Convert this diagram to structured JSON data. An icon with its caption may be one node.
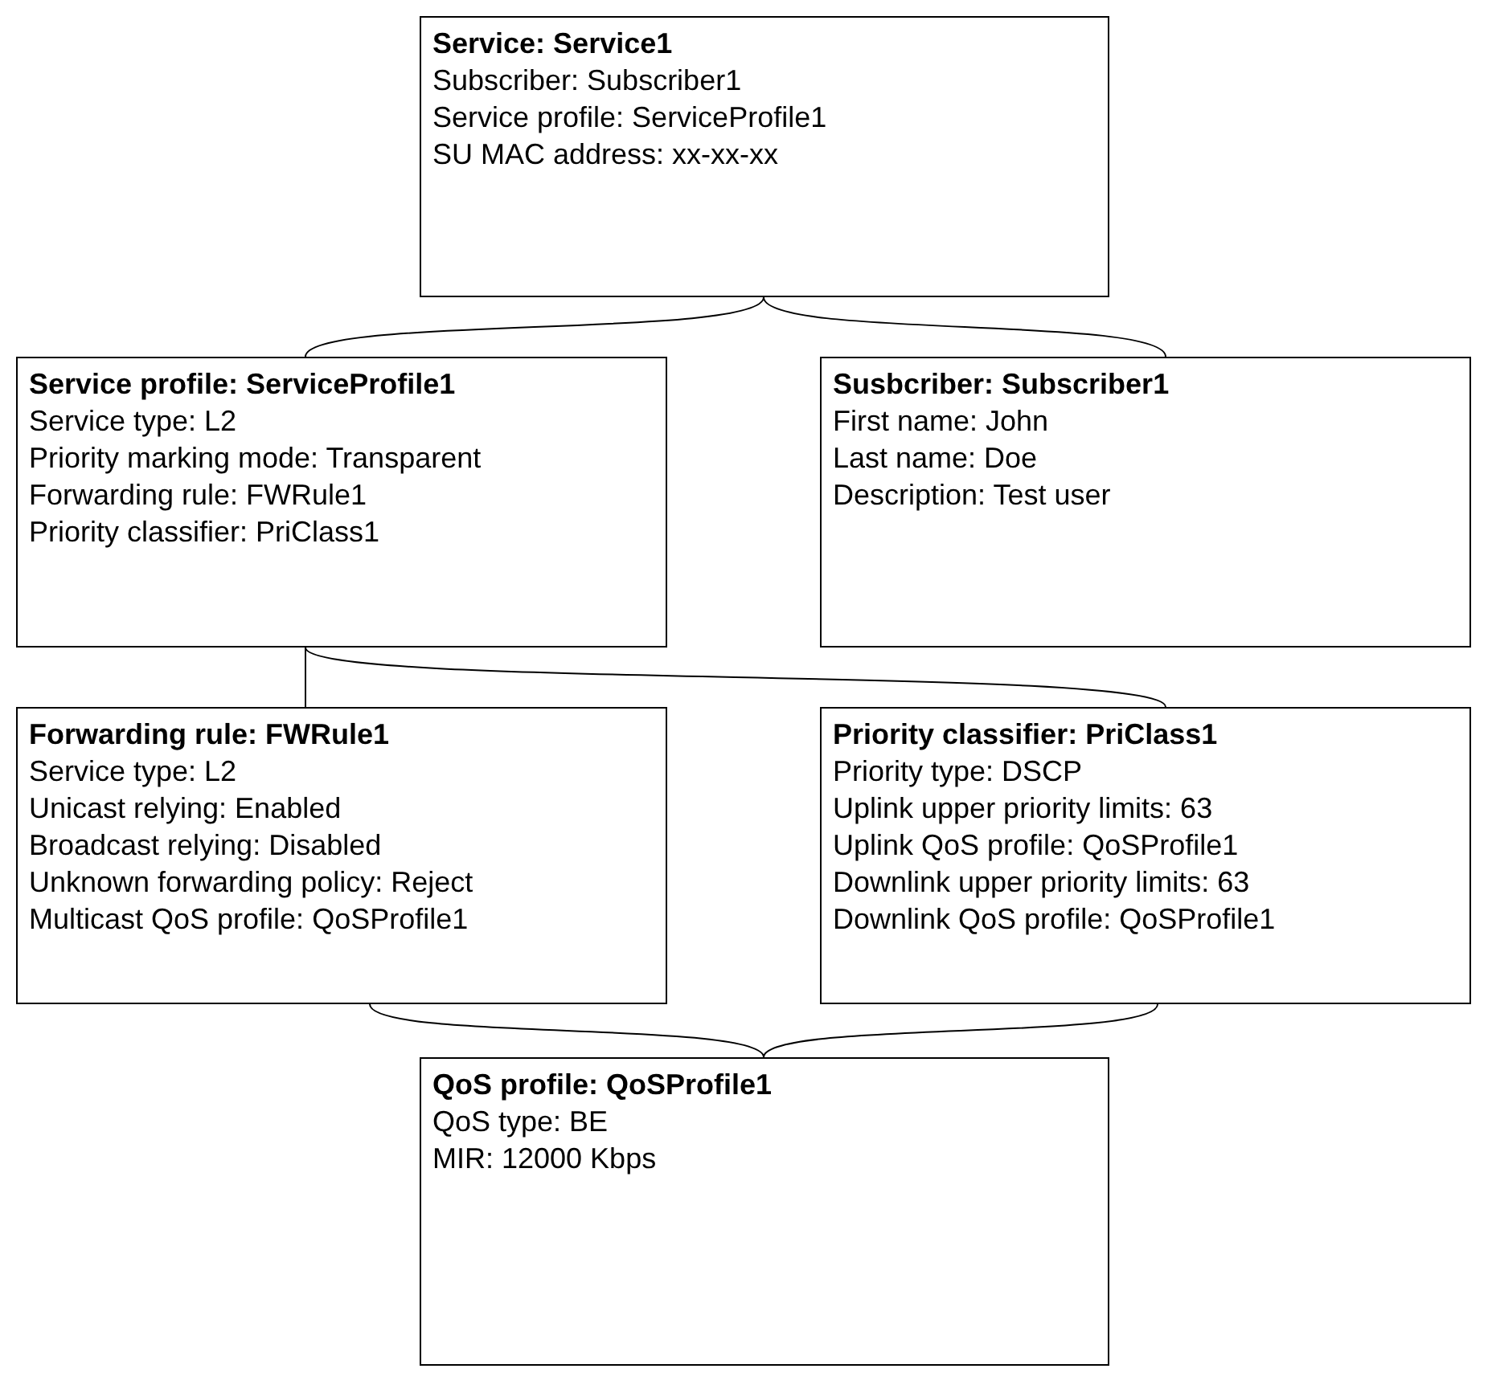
{
  "diagram": {
    "nodes": [
      {
        "text": [
          "Service: Service1",
          "Subscriber: Subscriber1",
          "Service profile: ServiceProfile1",
          "SU MAC address: xx-xx-xx"
        ]
      },
      {
        "text": [
          "Service profile: ServiceProfile1",
          "Service type: L2",
          "Priority marking mode: Transparent",
          "Forwarding rule: FWRule1",
          "Priority classifier: PriClass1"
        ]
      },
      {
        "text": [
          "Susbcriber: Subscriber1",
          "First name: John",
          "Last name: Doe",
          "Description: Test user"
        ]
      },
      {
        "text": [
          "Forwarding rule: FWRule1",
          "Service type: L2",
          "Unicast relying: Enabled",
          "Broadcast relying: Disabled",
          "Unknown forwarding policy: Reject",
          "Multicast QoS profile: QoSProfile1"
        ]
      },
      {
        "text": [
          "Priority classifier: PriClass1",
          "Priority type: DSCP",
          "Uplink upper priority limits: 63",
          "Uplink QoS profile: QoSProfile1",
          "Downlink upper priority limits: 63",
          "Downlink QoS profile: QoSProfile1"
        ]
      },
      {
        "text": [
          "QoS profile: QoSProfile1",
          "QoS type: BE",
          "MIR: 12000 Kbps"
        ]
      }
    ],
    "edges": [
      {
        "from": 0,
        "to": 1,
        "arrow": "none"
      },
      {
        "from": 0,
        "to": 2,
        "arrow": "none"
      },
      {
        "from": 1,
        "to": 3,
        "arrow": "none"
      },
      {
        "from": 1,
        "to": 4,
        "arrow": "none"
      },
      {
        "from": 3,
        "to": 5,
        "arrow": "none"
      },
      {
        "from": 4,
        "to": 5,
        "arrow": "none"
      }
    ]
  }
}
